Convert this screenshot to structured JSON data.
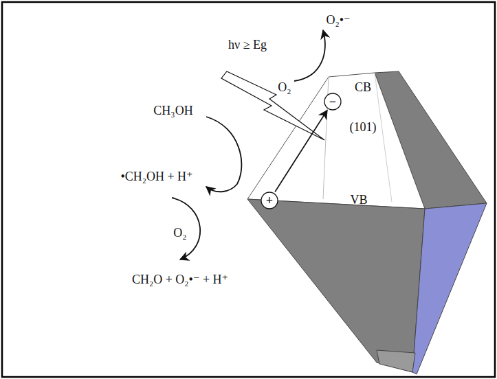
{
  "diagram": {
    "nodes": [
      {
        "text": [
          "−"
        ]
      },
      {
        "text": [
          "+"
        ]
      }
    ],
    "edges": [
      {
        "from": 1,
        "to": 0,
        "arrow": "to"
      }
    ],
    "labels": [
      "O₂•⁻",
      "hν ≥ Eg",
      "O₂",
      "CB",
      "CH₃OH",
      "(101)",
      "•CH₂OH + H⁺",
      "VB",
      "O₂",
      "CH₂O + O₂•⁻ + H⁺"
    ]
  }
}
